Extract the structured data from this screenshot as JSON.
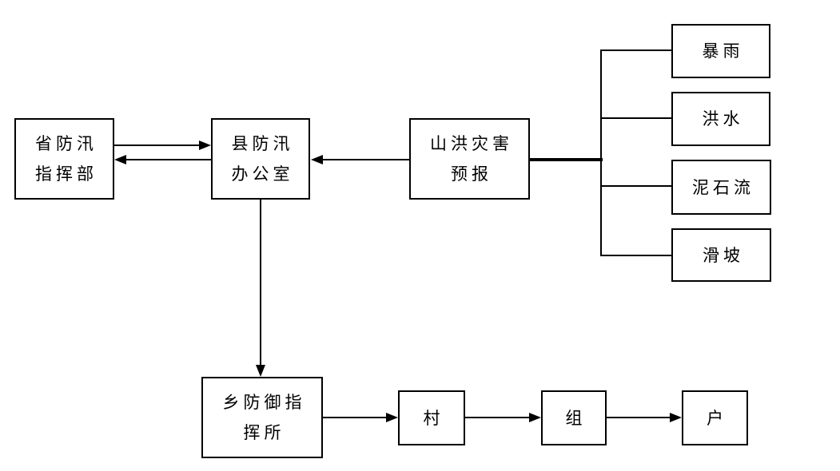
{
  "diagram": {
    "type": "flowchart",
    "colors": {
      "line": "#000000",
      "text": "#000000",
      "background": "#ffffff"
    },
    "nodes": {
      "provincial_hq": {
        "line1": "省防汛",
        "line2": "指挥部"
      },
      "county_office": {
        "line1": "县防汛",
        "line2": "办公室"
      },
      "forecast": {
        "line1": "山洪灾害",
        "line2": "预报"
      },
      "rainstorm": {
        "label": "暴雨"
      },
      "flood": {
        "label": "洪水"
      },
      "debris_flow": {
        "label": "泥石流"
      },
      "landslide": {
        "label": "滑坡"
      },
      "township_post": {
        "line1": "乡防御指",
        "line2": "挥所"
      },
      "village": {
        "label": "村"
      },
      "group": {
        "label": "组"
      },
      "household": {
        "label": "户"
      }
    },
    "edges": [
      {
        "from": "provincial_hq",
        "to": "county_office",
        "style": "arrow"
      },
      {
        "from": "county_office",
        "to": "provincial_hq",
        "style": "arrow"
      },
      {
        "from": "forecast",
        "to": "county_office",
        "style": "arrow"
      },
      {
        "from": "forecast",
        "to": "rainstorm",
        "style": "thick-bracket"
      },
      {
        "from": "forecast",
        "to": "flood",
        "style": "thick-bracket"
      },
      {
        "from": "forecast",
        "to": "debris_flow",
        "style": "thick-bracket"
      },
      {
        "from": "forecast",
        "to": "landslide",
        "style": "thick-bracket"
      },
      {
        "from": "county_office",
        "to": "township_post",
        "style": "arrow"
      },
      {
        "from": "township_post",
        "to": "village",
        "style": "arrow"
      },
      {
        "from": "village",
        "to": "group",
        "style": "arrow"
      },
      {
        "from": "group",
        "to": "household",
        "style": "arrow"
      }
    ]
  }
}
